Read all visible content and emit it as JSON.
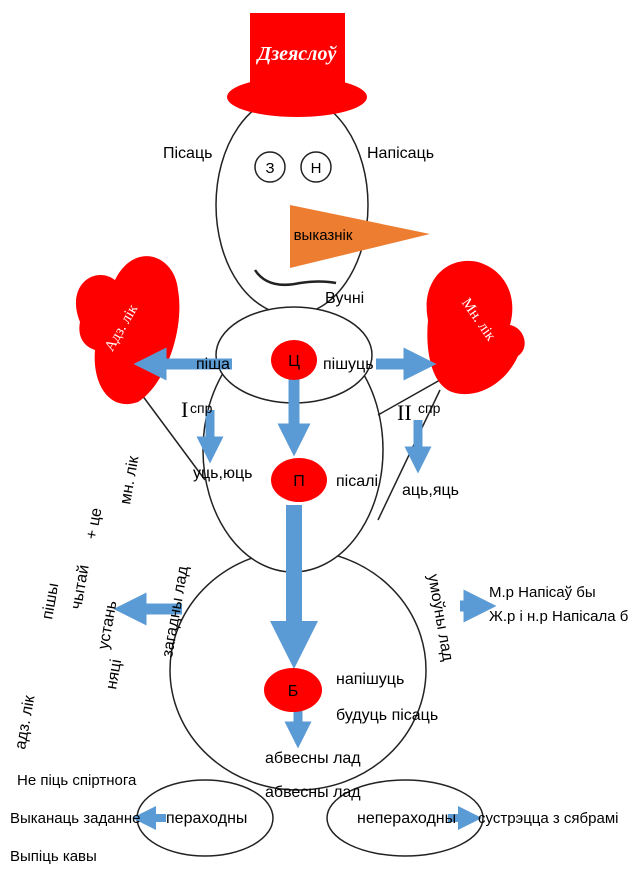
{
  "hat_label": "Дзеяслоў",
  "eyes": [
    "З",
    "Н"
  ],
  "nose_label": "выказнік",
  "head_left": "Пісаць",
  "head_right": "Напісаць",
  "mouth_text": "Вучні",
  "mitten_left": "Адз. лік",
  "mitten_right": "Мн. лік",
  "belt": {
    "left": "піша",
    "center": "Ц",
    "right": "пішуць"
  },
  "conj_left": {
    "roman": "I",
    "label": "спр",
    "ending": "уць,юць"
  },
  "conj_right": {
    "roman": "II",
    "label": "спр",
    "ending": "аць,яць"
  },
  "past": {
    "circle": "П",
    "word": "пісалі"
  },
  "future": {
    "circle": "Б",
    "line1": "напішуць",
    "line2": "будуць пісаць"
  },
  "imperative_mood": "загадны лад",
  "imperative_notes": [
    "пішы",
    "чытай",
    "устань",
    "+ це",
    "мн. лік",
    "адз. лік",
    "няці"
  ],
  "conditional_mood": "умоўны лад",
  "conditional_examples": [
    "М.р Напісаў бы",
    "Ж.р і н.р Напісала б"
  ],
  "indicative_mood": "абвесны лад",
  "transitive": "пераходны",
  "intransitive": "непераходны",
  "left_examples": [
    "Не піць спіртнога",
    "Выканаць заданне",
    "Выпіць кавы"
  ],
  "right_example": "сустрэцца з сябрамі",
  "colors": {
    "red": "#ff0000",
    "blue": "#5b9bd5",
    "orange": "#ed7d31",
    "stroke": "#222222"
  }
}
